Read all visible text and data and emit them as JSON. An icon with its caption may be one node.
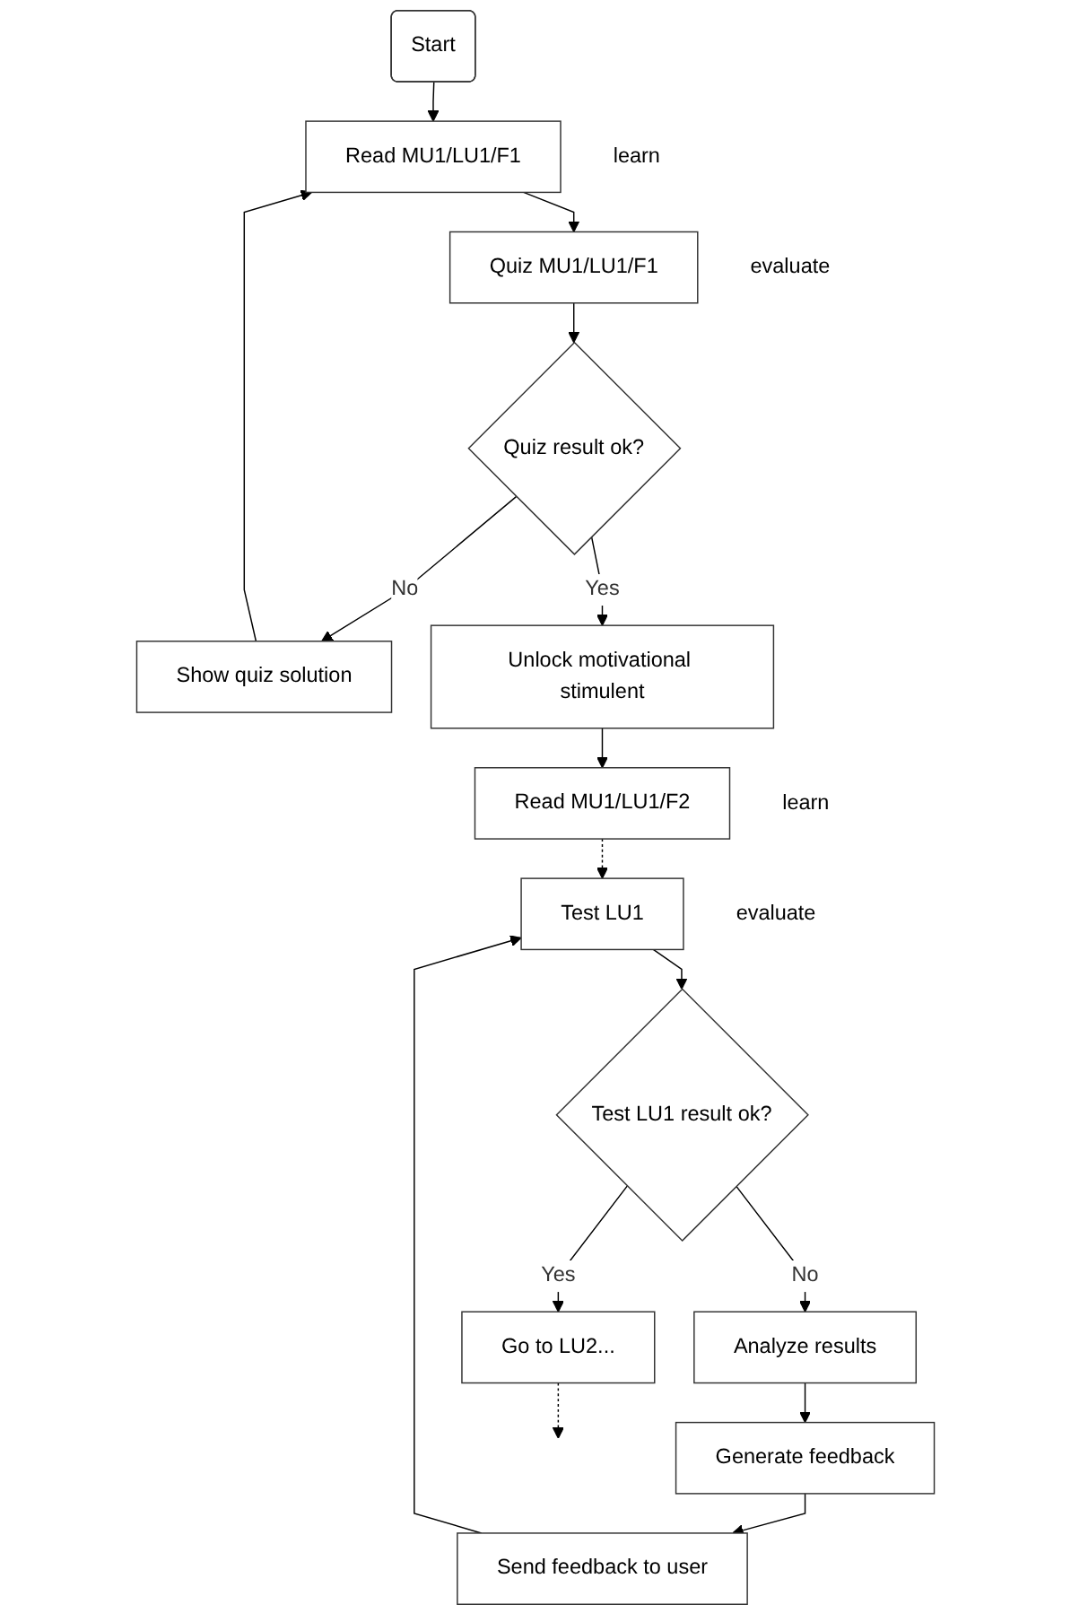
{
  "diagram": {
    "nodes": [
      {
        "text": [
          "Start"
        ]
      },
      {
        "text": [
          "Read MU1/LU1/F1"
        ],
        "beside": [
          "learn"
        ]
      },
      {
        "text": [
          "Quiz MU1/LU1/F1"
        ],
        "beside": [
          "evaluate"
        ]
      },
      {
        "text": [
          "Quiz result ok?"
        ]
      },
      {
        "text": [
          "Show quiz solution"
        ]
      },
      {
        "text": [
          "Unlock motivational stimulent"
        ]
      },
      {
        "text": [
          "Read MU1/LU1/F2"
        ],
        "beside": [
          "learn"
        ]
      },
      {
        "text": [
          "Test LU1"
        ],
        "beside": [
          "evaluate"
        ]
      },
      {
        "text": [
          "Test LU1 result ok?"
        ]
      },
      {
        "text": [
          "Analyze results"
        ]
      },
      {
        "text": [
          "Generate feedback"
        ]
      },
      {
        "text": [
          "Send feedback to user"
        ]
      },
      {
        "text": [
          "Go to LU2..."
        ]
      }
    ],
    "edges": [
      {
        "from": 0,
        "to": 1,
        "arrow": "to"
      },
      {
        "from": 1,
        "to": 2,
        "arrow": "to"
      },
      {
        "from": 2,
        "to": 3,
        "arrow": "to"
      },
      {
        "from": 3,
        "to": 4,
        "arrow": "to",
        "label": "No"
      },
      {
        "from": 4,
        "to": 1,
        "arrow": "to"
      },
      {
        "from": 3,
        "to": 5,
        "arrow": "to",
        "label": "Yes"
      },
      {
        "from": 5,
        "to": 6,
        "arrow": "to"
      },
      {
        "from": 6,
        "to": 7,
        "arrow": "to",
        "style": "dashed"
      },
      {
        "from": 7,
        "to": 8,
        "arrow": "to"
      },
      {
        "from": 8,
        "to": 9,
        "arrow": "to",
        "label": "No"
      },
      {
        "from": 9,
        "to": 10,
        "arrow": "to"
      },
      {
        "from": 10,
        "to": 11,
        "arrow": "to"
      },
      {
        "from": 11,
        "to": 7,
        "arrow": "to"
      },
      {
        "from": 8,
        "to": 12,
        "arrow": "to",
        "label": "Yes"
      },
      {
        "from": 12,
        "to": null,
        "arrow": "to",
        "style": "dashed"
      }
    ]
  }
}
